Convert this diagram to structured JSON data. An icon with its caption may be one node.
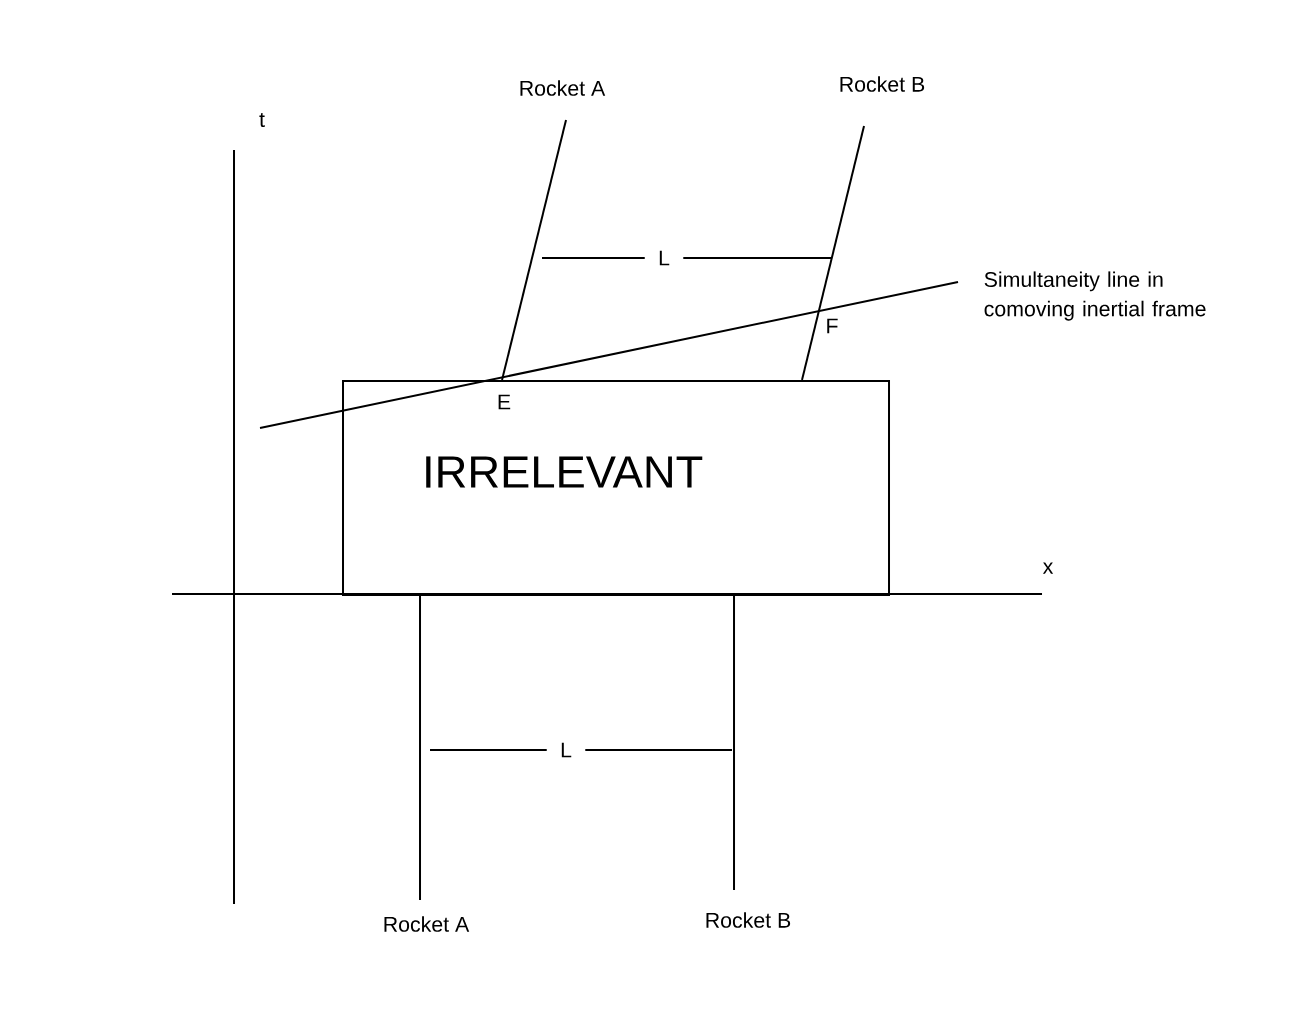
{
  "diagram": {
    "nodes": [
      {
        "text": [
          "IRRELEVANT"
        ]
      }
    ],
    "labels": [
      "Rocket A",
      "Rocket B",
      "t",
      "L",
      "Simultaneity line in comoving inertial frame",
      "F",
      "E",
      "x",
      "L",
      "Rocket A",
      "Rocket B"
    ]
  }
}
